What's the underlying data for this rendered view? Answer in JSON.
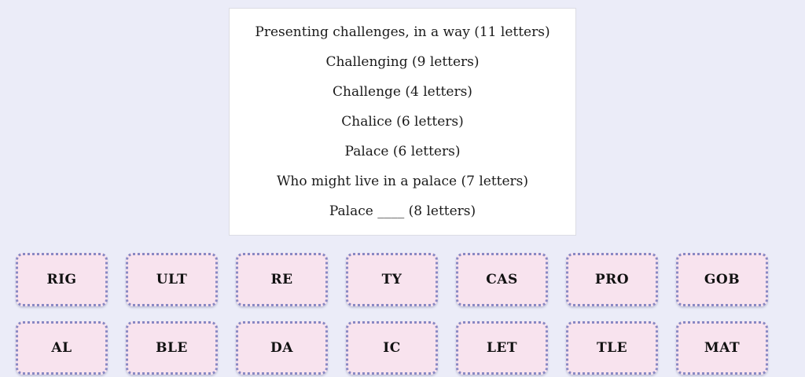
{
  "theme": {
    "page_background": "#ebecf8",
    "card_background": "#ffffff",
    "card_border": "#dcdce4",
    "tile_background": "#f8e3ee",
    "tile_border": "#8888c4",
    "text_color": "#1a1a1a"
  },
  "clues": [
    "Presenting challenges, in a way (11 letters)",
    "Challenging (9 letters)",
    "Challenge (4 letters)",
    "Chalice (6 letters)",
    "Palace (6 letters)",
    "Who might live in a palace (7 letters)",
    "Palace ____ (8 letters)"
  ],
  "tiles": [
    "RIG",
    "ULT",
    "RE",
    "TY",
    "CAS",
    "PRO",
    "GOB",
    "AL",
    "BLE",
    "DA",
    "IC",
    "LET",
    "TLE",
    "MAT"
  ]
}
